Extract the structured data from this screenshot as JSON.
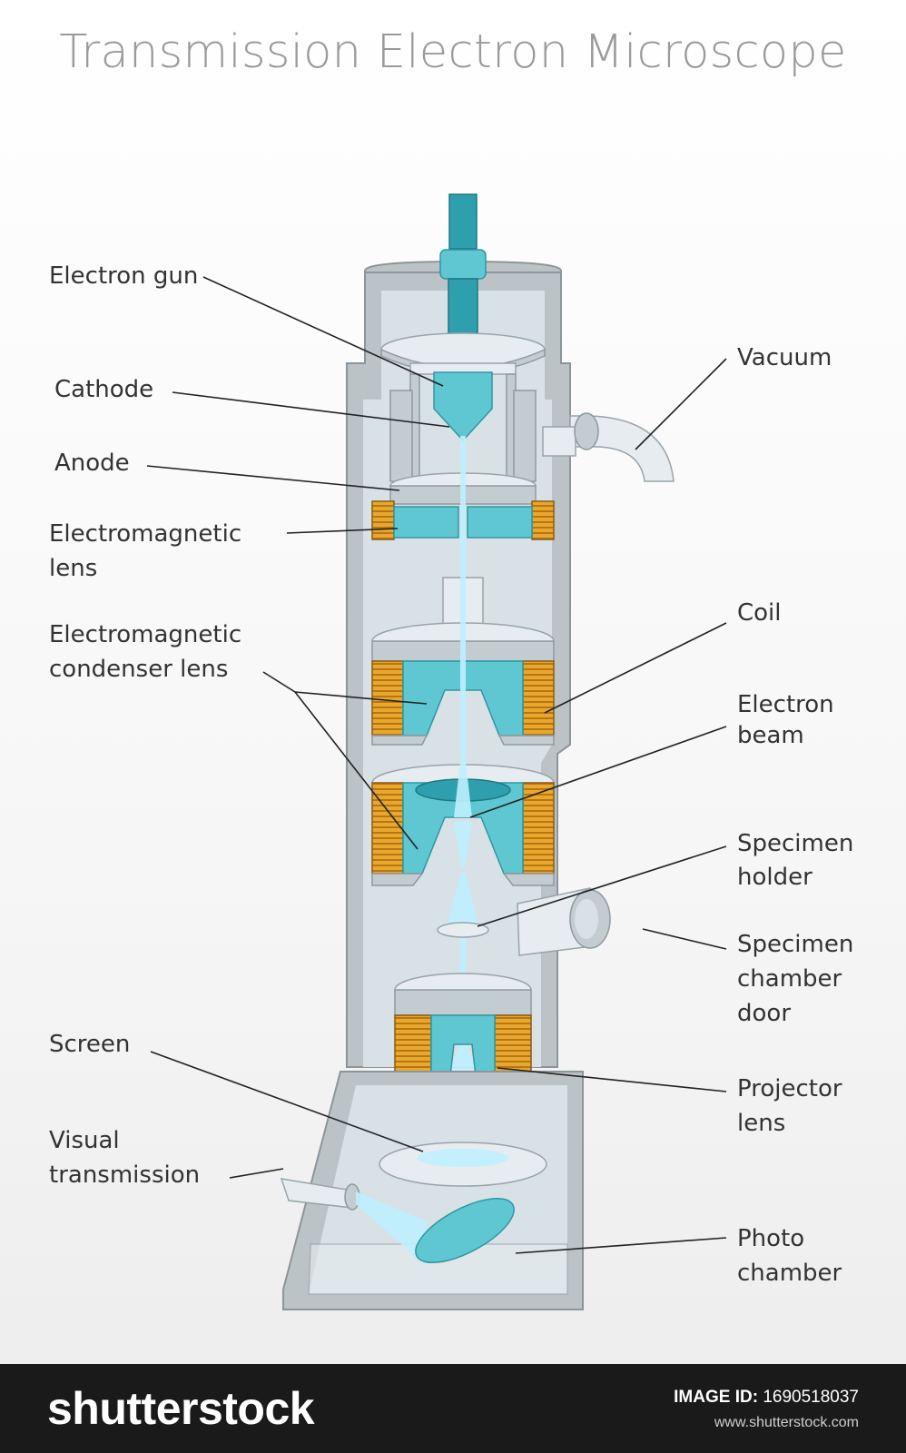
{
  "title": "Transmission Electron Microscope",
  "labels": {
    "electron_gun": "Electron gun",
    "cathode": "Cathode",
    "anode": "Anode",
    "em_lens": [
      "Electromagnetic",
      "lens"
    ],
    "em_condenser_lens": [
      "Electromagnetic",
      "condenser lens"
    ],
    "screen": "Screen",
    "visual_transmission": [
      "Visual",
      "transmission"
    ],
    "vacuum": "Vacuum",
    "coil": "Coil",
    "electron_beam": [
      "Electron",
      "beam"
    ],
    "specimen_holder": [
      "Specimen",
      "holder"
    ],
    "specimen_chamber_door": [
      "Specimen",
      "chamber",
      "door"
    ],
    "projector_lens": [
      "Projector",
      "lens"
    ],
    "photo_chamber": [
      "Photo",
      "chamber"
    ]
  },
  "footer": {
    "brand": "shutterstock",
    "image_id_label": "IMAGE ID:",
    "image_id": "1690518037",
    "site": "www.shutterstock.com"
  },
  "colors": {
    "teal": "#5fc7d2",
    "coil": "#e0a028",
    "housing": "#bcc3c7",
    "beam": "#bfefff"
  }
}
